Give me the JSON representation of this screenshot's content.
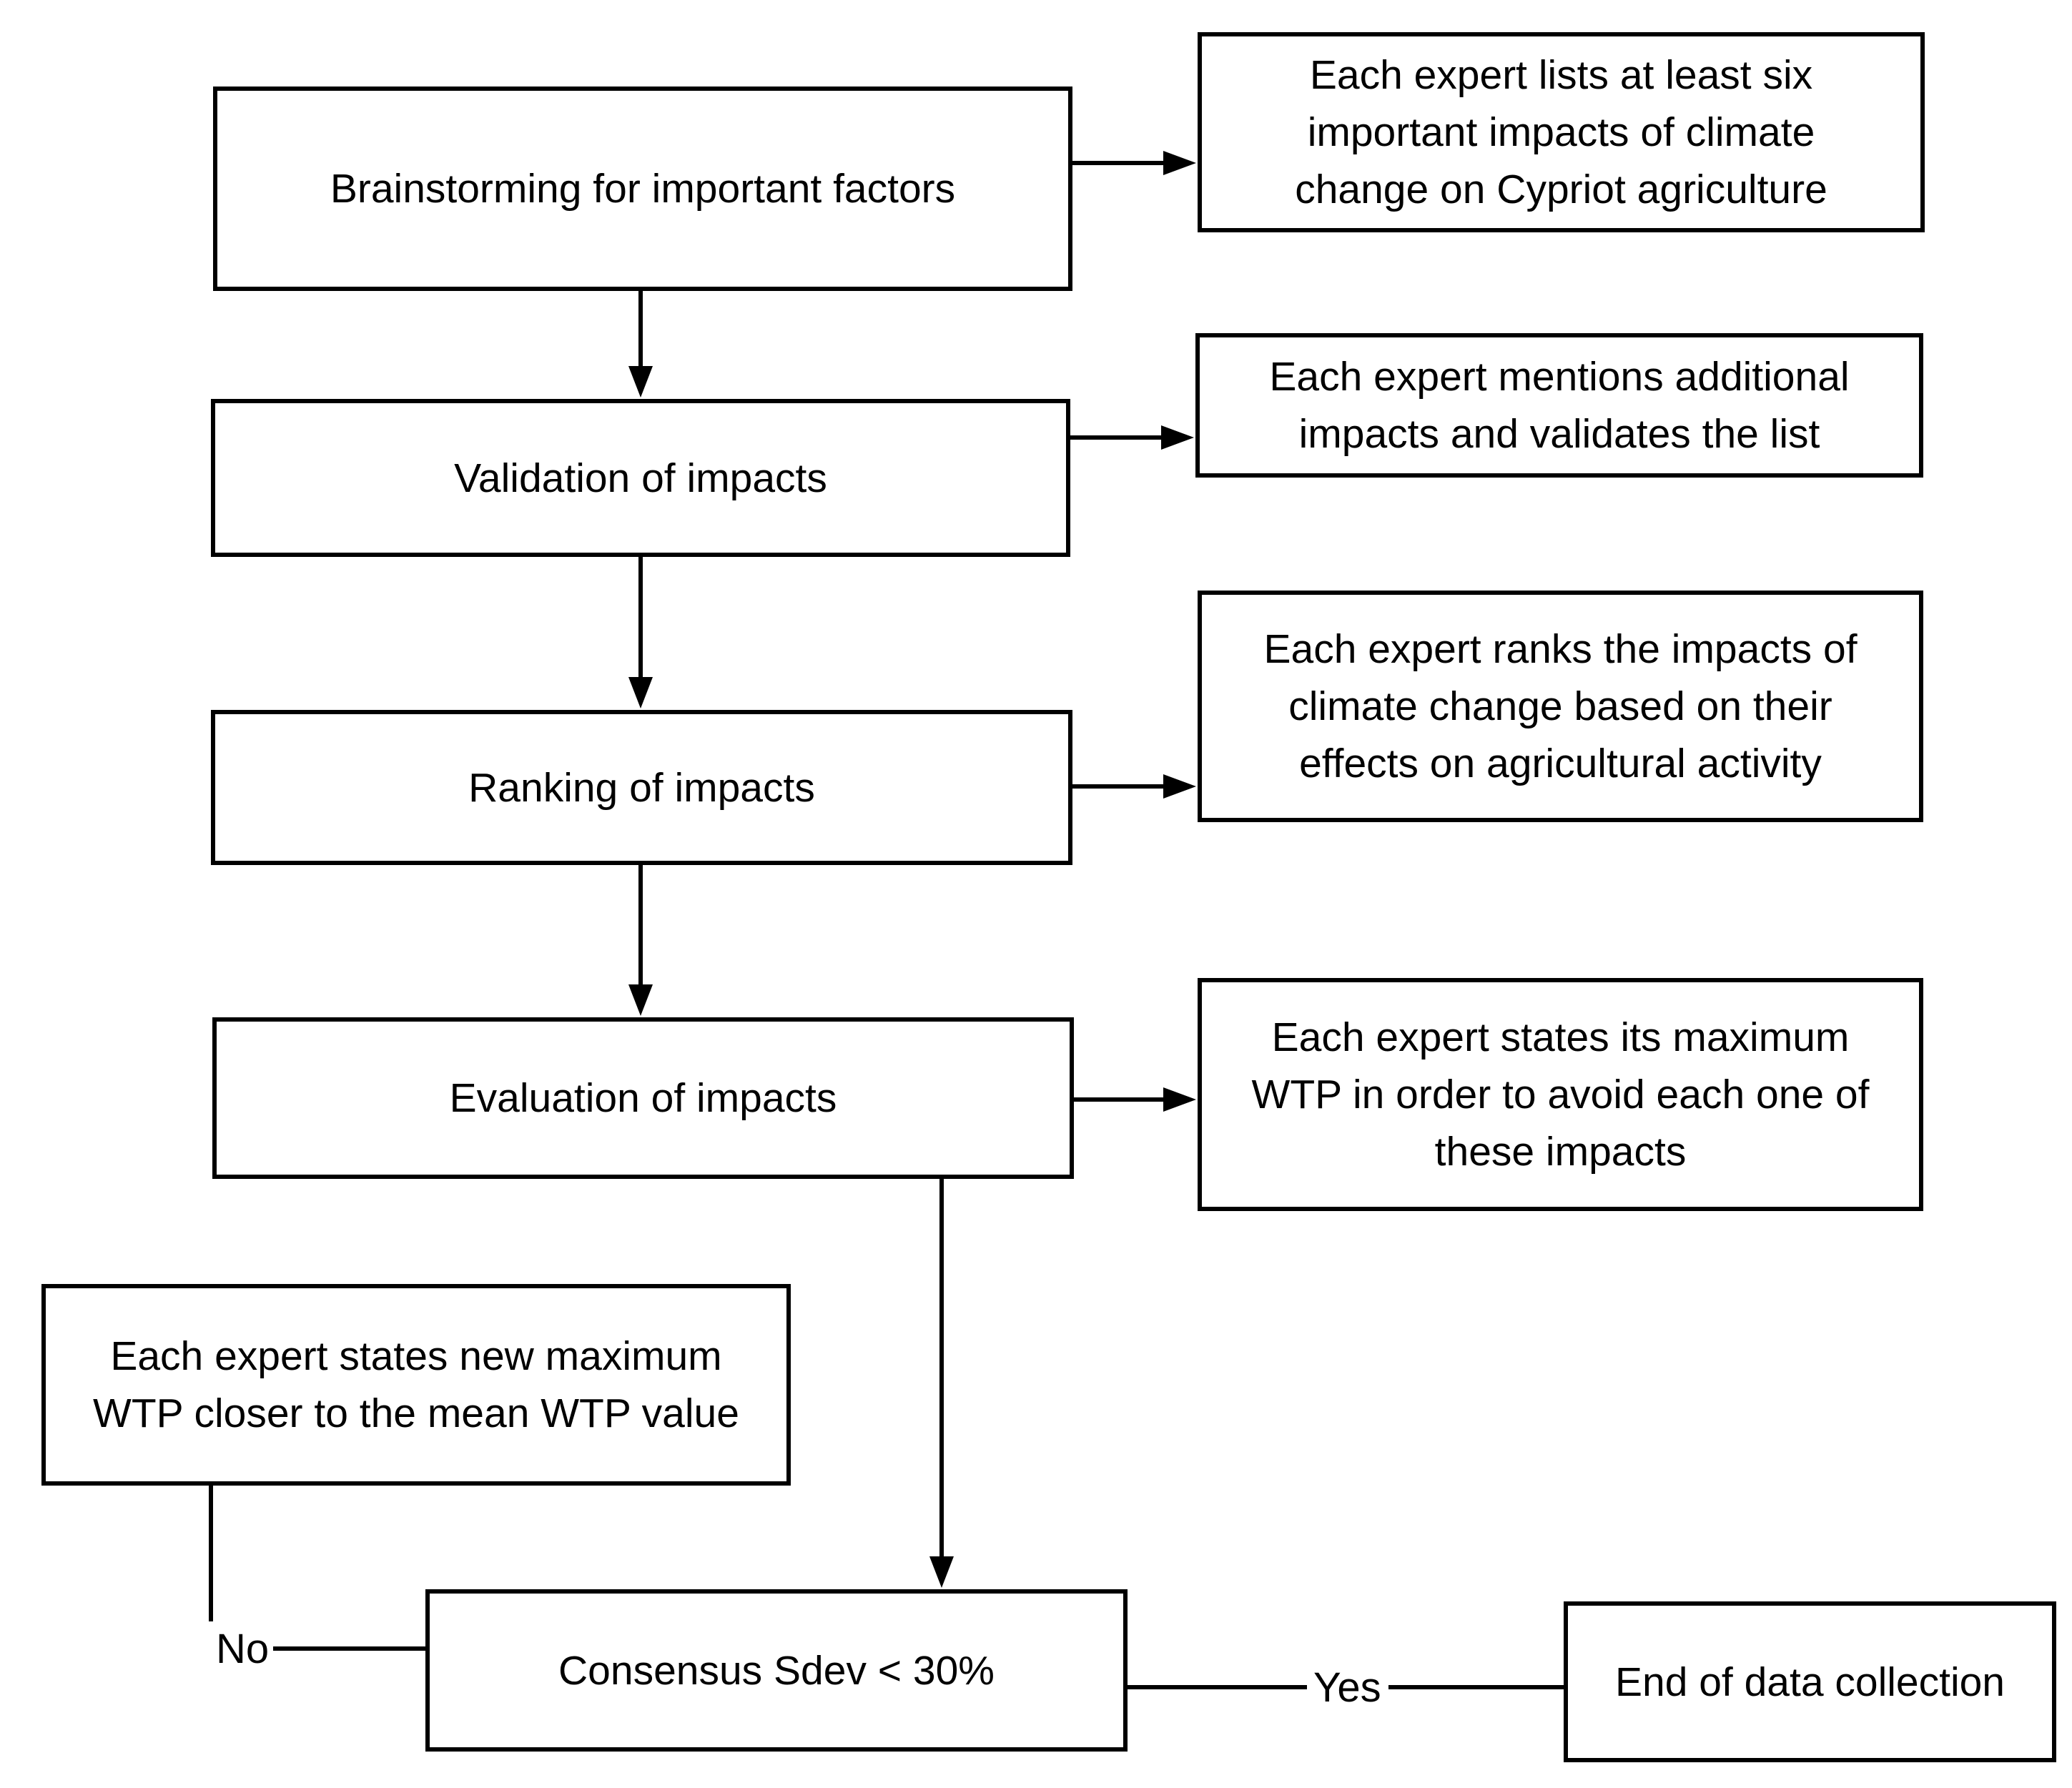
{
  "diagram": {
    "type": "flowchart",
    "background_color": "#ffffff",
    "stroke_color": "#000000",
    "text_color": "#000000",
    "nodes": {
      "brainstorming": {
        "label": "Brainstorming for important factors"
      },
      "note_brainstorming": {
        "label": "Each expert lists at least six important impacts of climate change on Cypriot agriculture",
        "lines": [
          "Each expert lists at least six",
          "important impacts of climate",
          "change on Cypriot agriculture"
        ]
      },
      "validation": {
        "label": "Validation of impacts"
      },
      "note_validation": {
        "label": "Each expert mentions additional impacts and validates the list",
        "lines": [
          "Each expert mentions additional",
          "impacts and validates the list"
        ]
      },
      "ranking": {
        "label": "Ranking of impacts"
      },
      "note_ranking": {
        "label": "Each expert ranks the impacts of climate change based on their effects on agricultural activity",
        "lines": [
          "Each expert ranks the impacts of",
          "climate change based on their",
          "effects on agricultural activity"
        ]
      },
      "evaluation": {
        "label": "Evaluation of impacts"
      },
      "note_evaluation": {
        "label": "Each expert states its maximum WTP in order to avoid each one of these impacts",
        "lines": [
          "Each expert states its maximum",
          "WTP in order to avoid each one of",
          "these impacts"
        ]
      },
      "revision": {
        "label": "Each expert states new maximum WTP closer to the mean WTP value",
        "lines": [
          "Each expert states new maximum",
          "WTP closer to the mean WTP value"
        ]
      },
      "consensus": {
        "label": "Consensus Sdev < 30%"
      },
      "end": {
        "label": "End of data collection"
      }
    },
    "edge_labels": {
      "no": "No",
      "yes": "Yes"
    }
  }
}
